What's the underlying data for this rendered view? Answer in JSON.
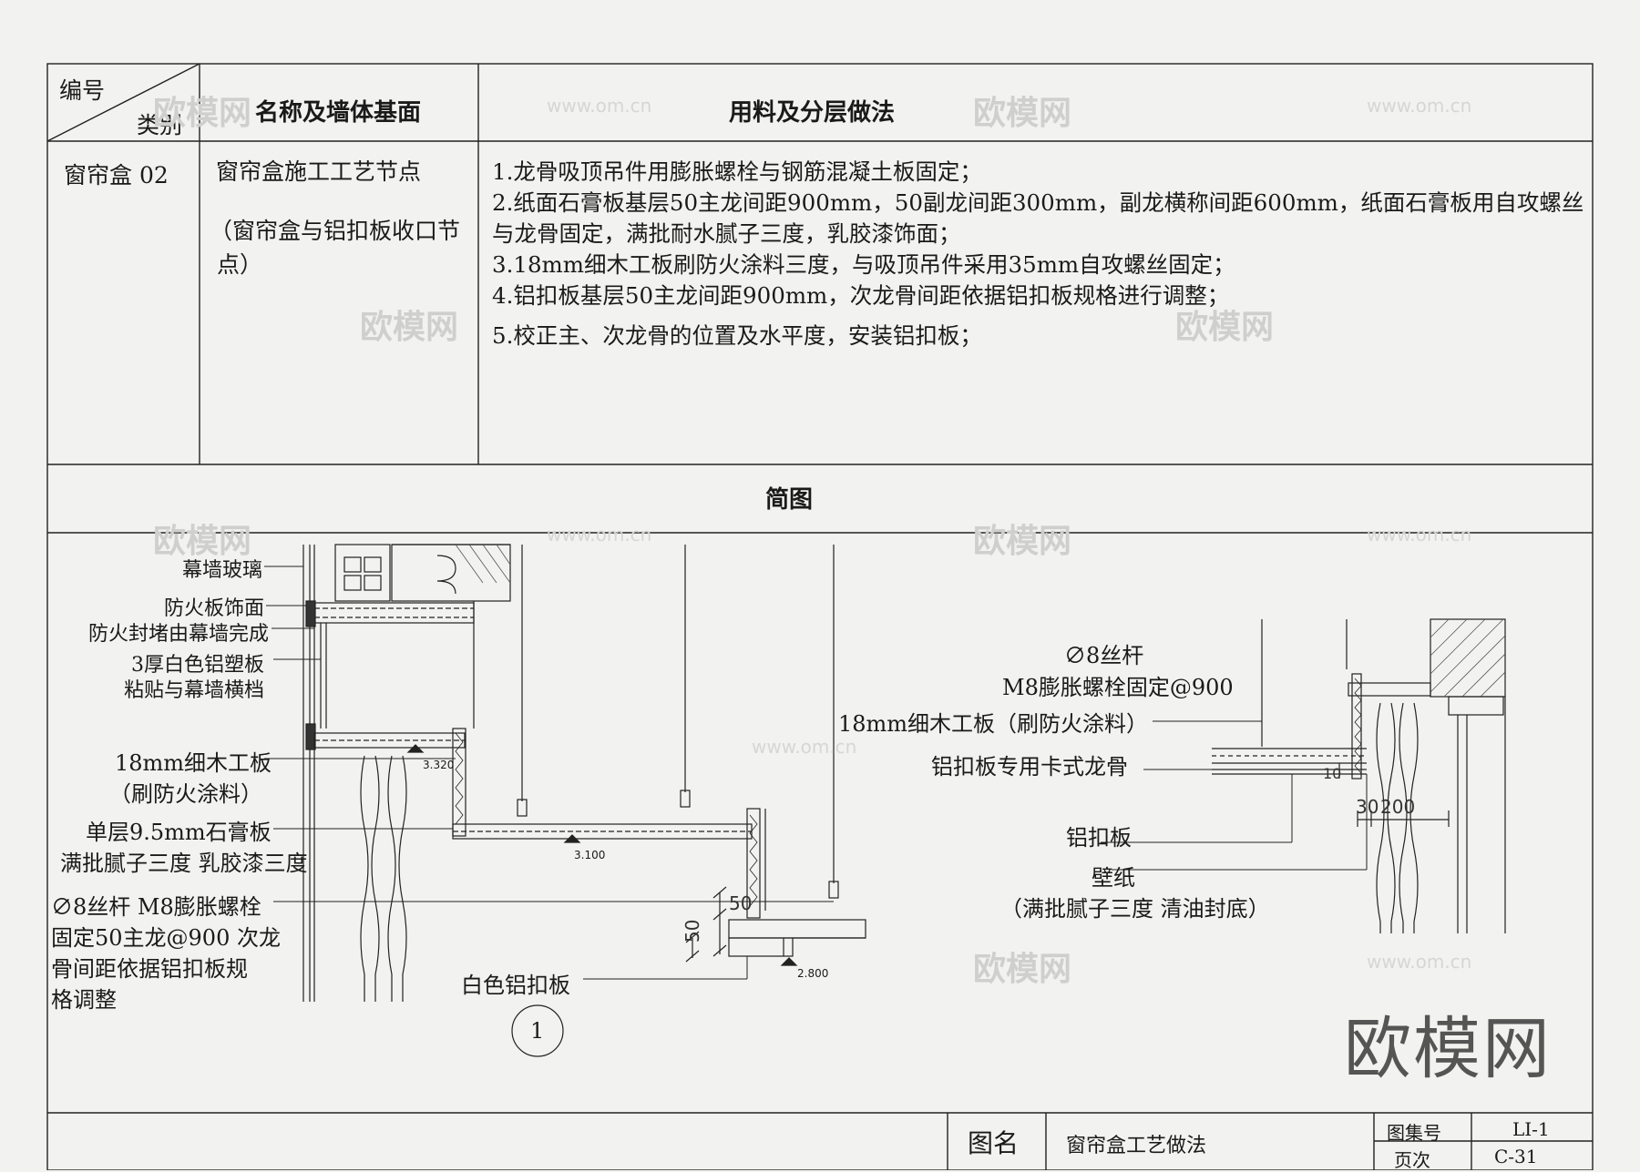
{
  "table": {
    "header": {
      "code_label": "编号",
      "category_label": "类别",
      "name_label": "名称及墙体基面",
      "method_label": "用料及分层做法"
    },
    "row": {
      "code": "窗帘盒 02",
      "name_main": "窗帘盒施工工艺节点",
      "name_sub_line1": "（窗帘盒与铝扣板收口节",
      "name_sub_line2": "点）",
      "steps": [
        "1.龙骨吸顶吊件用膨胀螺栓与钢筋混凝土板固定；",
        "2.纸面石膏板基层50主龙间距900mm，50副龙间距300mm，副龙横称间距600mm，纸面石膏板用自攻螺丝",
        "与龙骨固定，满批耐水腻子三度，乳胶漆饰面；",
        "3.18mm细木工板刷防火涂料三度，与吸顶吊件采用35mm自攻螺丝固定；",
        "4.铝扣板基层50主龙间距900mm，次龙骨间距依据铝扣板规格进行调整；",
        "5.校正主、次龙骨的位置及水平度，安装铝扣板；"
      ]
    },
    "diagram_title": "简图"
  },
  "left_labels": {
    "curtain_glass": "幕墙玻璃",
    "fire_board": "防火板饰面",
    "fire_seal": "防火封堵由幕墙完成",
    "alu_plastic_1": "3厚白色铝塑板",
    "alu_plastic_2": "粘贴与幕墙横档",
    "wood_board_1": "18mm细木工板",
    "wood_board_2": "（刷防火涂料）",
    "gypsum_1": "单层9.5mm石膏板",
    "gypsum_2": "满批腻子三度 乳胶漆三度",
    "rod_1": "∅8丝杆 M8膨胀螺栓",
    "rod_2": "固定50主龙@900 次龙",
    "rod_3": "骨间距依据铝扣板规",
    "rod_4": "格调整",
    "white_alu": "白色铝扣板",
    "detail_no": "1"
  },
  "right_labels": {
    "rod": "∅8丝杆",
    "bolt": "M8膨胀螺栓固定@900",
    "wood_board": "18mm细木工板（刷防火涂料）",
    "keel": "铝扣板专用卡式龙骨",
    "alu_panel": "铝扣板",
    "wallpaper": "壁纸",
    "putty": "（满批腻子三度 清油封底）"
  },
  "dimensions": {
    "elev_1": "3.320",
    "elev_2": "3.100",
    "elev_3": "2.800",
    "d50_a": "50",
    "d50_b": "50",
    "d30": "30",
    "d200": "200",
    "d10": "10"
  },
  "title_block": {
    "drawing_name_label": "图名",
    "drawing_name": "窗帘盒工艺做法",
    "atlas_label": "图集号",
    "atlas_value": "LI-1",
    "page_label": "页次",
    "page_value": "C-31"
  },
  "watermark": {
    "brand": "欧模网",
    "url": "www.om.cn"
  }
}
